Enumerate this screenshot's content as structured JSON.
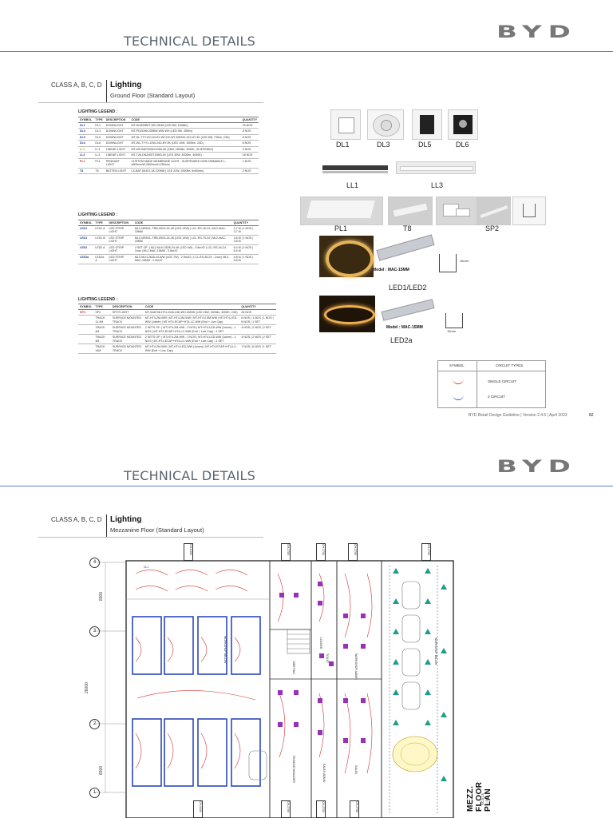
{
  "brand": "BYD",
  "page1": {
    "title": "TECHNICAL DETAILS",
    "class": "CLASS A, B, C, D",
    "section": "Lighting",
    "subtitle": "Ground Floor (Standard Layout)",
    "legend1": {
      "title": "LIGHTING LEGEND :",
      "headers": [
        "SYMBOL",
        "TYPE",
        "DESCRIPTION",
        "CODE",
        "QUANTITY"
      ],
      "rows": [
        [
          "DL1",
          "DL1",
          "DOWNLIGHT",
          "MT-DG803B07-WH-3K48 (LED 8W, 1638lm)",
          "25 NOS"
        ],
        [
          "DL3",
          "DL3",
          "DOWNLIGHT",
          "MT-PDG096-035BW-WW-WH (LED 5W, 455lm)",
          "8 NOS"
        ],
        [
          "DL5",
          "DL5",
          "DOWNLIGHT",
          "MT-DL-TTY12C/43-BY-WCOS-WT-MD320-2K2-6T-4K (LED 8W, 730lm, 24D)",
          "8 NOS"
        ],
        [
          "DL6",
          "DL6",
          "DOWNLIGHT",
          "MT-WL-TYY1-10W-24D-BY-9K (LED 10W, 1000lm, 24D)",
          "8 NOS"
        ],
        [
          "LL1",
          "LL1",
          "LINEAR LIGHT",
          "MT-MS-BAF2006X1056-4K (18W, 1800lm, 4000K, IS-0PENDIO)",
          "3 NOS"
        ],
        [
          "LL3",
          "LL3",
          "LINEAR LIGHT",
          "MT-T26-DN2005T15M0-4K (LED 30W, 3000lm, 4000K)",
          "18 NOS"
        ],
        [
          "PL1",
          "PL1",
          "PENDANT LIGHT",
          "CUSTOM MADE MEMBRANE LIGHT - SUSPENDED NON DIMMABLE L-4600mmW-2600mmH-250mm",
          "1 NOS"
        ],
        [
          "T8",
          "T8",
          "BATTEN LIGHT",
          "LX-BAT-08-EG-18-220MB ( LED 22W, 2000lm, 6x60mm)",
          "2 NOS"
        ]
      ]
    },
    "legend2": {
      "title": "LIGHTING LEGEND :",
      "headers": [
        "SYMBOL",
        "TYPE",
        "DESCRIPTION",
        "CODE",
        "QUANTITY"
      ],
      "rows": [
        [
          "LED1",
          "LED1 A",
          "LED STRIP LIGHT",
          "ML2-NEW1L-TRB-5S03-24-4K (LED 14W) | LCL-RS-16-24 | ML2-MAC-15MM",
          "3.7 M | 1 NOS | 3.7 M"
        ],
        [
          "LED1",
          "LED1 B",
          "LED STRIP LIGHT",
          "ML2-NEW1L-TRB-5S03-24-4K (LED 14W) | LCL-RS-75-24 | ML2-MAC-15MM",
          "3.6 M | 1 NOS | 3.6 M"
        ],
        [
          "LED2",
          "LED2 A",
          "LED STRIP LIGHT",
          "4 SET OF: | ML2-MLH-2628-24-4K (LED 4W) - 0.8mX2 | LCL-RS-16-24 - 1nos | ML2-MAC-15MM - 0.8mX2",
          "6.4 M | 4 NOS | 6.4 M"
        ],
        [
          "LED2a",
          "LED2a A",
          "LED STRIP LIGHT",
          "ML2-MLH-2628-24-WW (LED 7W) - 2.9mX2 | LCL-RS-35-24 - 1nos | ML2-MAC-15MM - 2.9mX2",
          "5.8 M | 1 NOS | 5.8 M"
        ]
      ]
    },
    "legend3": {
      "title": "LIGHTING LEGEND :",
      "headers": [
        "SYMBOL",
        "TYPE",
        "DESCRIPTION",
        "CODE",
        "QUANTITY"
      ],
      "rows": [
        [
          "SP2",
          "SP2",
          "SPOTLIGHT",
          "MT-SA8708-HT4-4118-24D-WH-4000K (LED 13W, 1500lm, 4000K, 24D)",
          "28 NOS"
        ],
        [
          "",
          "TRACK 11.4M",
          "SURFACE MOUNTED TRACK",
          "MT-HT4-2M-WW | MT-HT4-3M-WW | MT-HT4-0.5M-WW | MT-HT4-LED-WW (Joiner) | MT-HT4-ECAP+HT4-LC-WW (End + Live Cap)",
          "6 NOS | 1 NOS | 1 NOS | 6 NOS | 1 SET"
        ],
        [
          "",
          "TRACK 4M",
          "SURFACE MOUNTED TRACK",
          "2 SETS OF: | MT-HT4-2M-WW - 2 NOS | MT-HT4-LED-WW (Joiner) - 1 NOS | MT-HT4-ECAP+HT4-LC-WW (End + Live Cap) - 1 SET",
          "4 NOS | 2 NOS | 2 SET"
        ],
        [
          "",
          "TRACK 4M",
          "SURFACE MOUNTED TRACK",
          "2 SETS OF: | MT-HT4-2M-WW - 2 NOS | MT-HT4-LED-WW (Joiner) - 1 NOS | MT-HT4-ECAP+HT4-LC-WW (End + Live Cap) - 1 SET",
          "4 NOS | 2 NOS | 2 SET"
        ],
        [
          "",
          "TRACK 14M",
          "SURFACE MOUNTED TRACK",
          "MT-HT4-2M-WW | MT-HT4-LED-WW (Joiner) | MT-HT4-ECAP+HT4-LC-WW (End + Live Cap)",
          "7 NOS | 6 NOS | 1 SET"
        ]
      ]
    },
    "photos": {
      "DL1": "DL1",
      "DL3": "DL3",
      "DL5": "DL5",
      "DL6": "DL6",
      "LL1": "LL1",
      "LL3": "LL3",
      "PL1": "PL1",
      "T8": "T8",
      "SP2": "SP2",
      "LED12": "LED1/LED2",
      "LED2a": "LED2a",
      "model1": "Model : MAC-15MM",
      "model2": "Model : MAC-15MM",
      "dim1": "16mm",
      "dim2": "15mm"
    },
    "circuit_table": {
      "headers": [
        "SYMBOL",
        "CIRCUIT TYPES"
      ],
      "rows": [
        "SINGLE CIRCUIT",
        "3 CIRCUIT"
      ]
    },
    "footer": "BYD Retail Design Guideline  |  Version 2.4.5  |  April 2023",
    "page_number": "82"
  },
  "page2": {
    "title": "TECHNICAL DETAILS",
    "class": "CLASS A, B, C, D",
    "section": "Lighting",
    "subtitle": "Mezzanine Floor (Standard Layout)",
    "plan_title": "MEZZ. FLOOR PLAN",
    "plan_scale": "SCALE 1:100",
    "row_markers": [
      "4",
      "3",
      "2",
      "1"
    ],
    "dims": [
      "8300",
      "26000",
      "8300"
    ],
    "col_tags": [
      "CH-8100",
      "CH-2700",
      "CH-2700",
      "CH-2700",
      "CH-2700"
    ],
    "bottom_tags": [
      "CH-8100",
      "CH-2700",
      "CH-2700",
      "CH-2700"
    ],
    "room_labels": [
      "MEETING",
      "LOCKER",
      "TOILET",
      "WORKSHOP ADMIN",
      "FINANCE MANAGER",
      "SALES ADMIN",
      "SALES",
      "WORKSHOP BELOW",
      "WORKSHOP BELOW"
    ],
    "fixture_tag": "DL1"
  }
}
